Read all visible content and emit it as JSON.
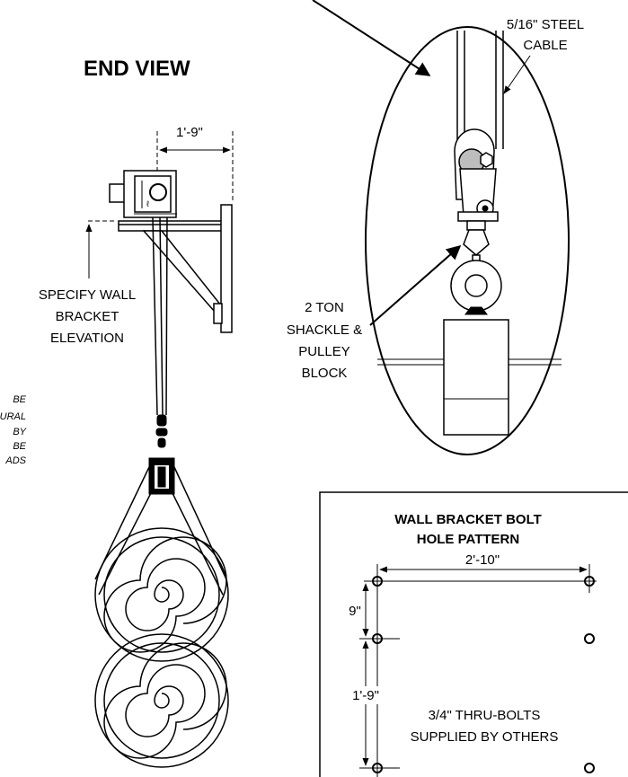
{
  "end_view": {
    "title": "END VIEW",
    "dim_offset": "1'-9\"",
    "specify_label": [
      "SPECIFY WALL",
      "BRACKET",
      "ELEVATION"
    ],
    "cut_note": [
      "BE",
      "URAL",
      "BY",
      "BE",
      "ADS"
    ]
  },
  "detail": {
    "cable_label": [
      "5/16\" STEEL",
      "CABLE"
    ],
    "shackle_label": [
      "2 TON",
      "SHACKLE &",
      "PULLEY",
      "BLOCK"
    ]
  },
  "bolt_pattern": {
    "title": [
      "WALL BRACKET BOLT",
      "HOLE PATTERN"
    ],
    "dim_width": "2'-10\"",
    "dim_top": "9\"",
    "dim_bottom": "1'-9\"",
    "note": [
      "3/4\" THRU-BOLTS",
      "SUPPLIED BY OTHERS"
    ]
  }
}
